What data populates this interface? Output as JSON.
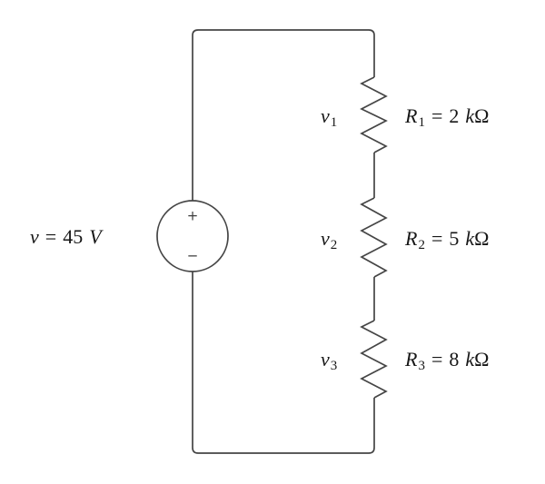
{
  "figure": {
    "background": "#ffffff",
    "wire_color": "#454545",
    "text_color": "#161616"
  },
  "source": {
    "variable": "v",
    "equals": "=",
    "value": "45",
    "unit": "V",
    "plus_sign": "+",
    "minus_sign": "−"
  },
  "resistors": [
    {
      "voltage": {
        "base": "v",
        "sub": "1"
      },
      "label": {
        "base": "R",
        "sub": "1",
        "equals": "=",
        "value": "2",
        "unit_prefix": "k",
        "unit": "Ω"
      }
    },
    {
      "voltage": {
        "base": "v",
        "sub": "2"
      },
      "label": {
        "base": "R",
        "sub": "2",
        "equals": "=",
        "value": "5",
        "unit_prefix": "k",
        "unit": "Ω"
      }
    },
    {
      "voltage": {
        "base": "v",
        "sub": "3"
      },
      "label": {
        "base": "R",
        "sub": "3",
        "equals": "=",
        "value": "8",
        "unit_prefix": "k",
        "unit": "Ω"
      }
    }
  ]
}
